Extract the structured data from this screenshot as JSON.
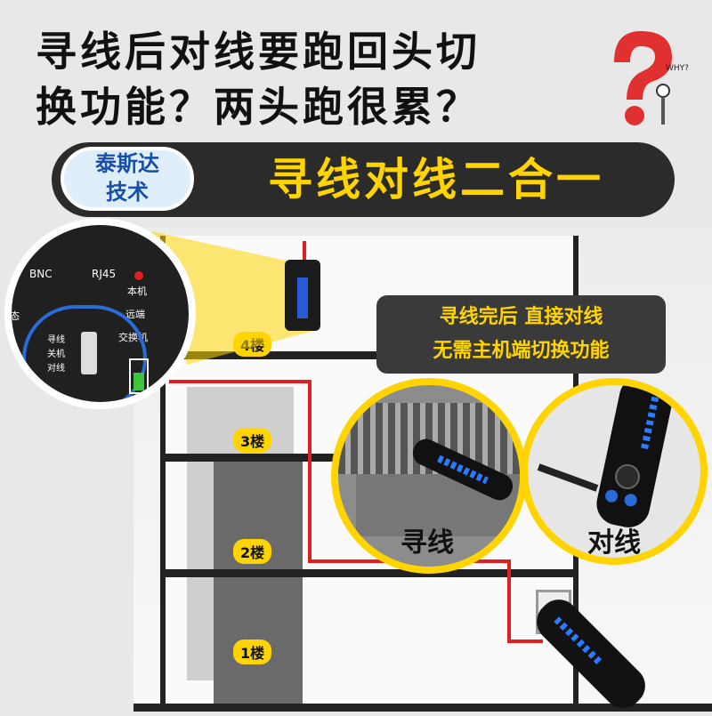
{
  "headline": {
    "line1": "寻线后对线要跑回头切",
    "line2": "换功能？两头跑很累？"
  },
  "question_mark": {
    "glyph": "?",
    "bubble": "WHY?"
  },
  "banner": {
    "brand_line1": "泰斯达",
    "brand_line2": "技术",
    "title": "寻线对线二合一"
  },
  "callout": {
    "line1": "寻线完后 直接对线",
    "line2": "无需主机端切换功能"
  },
  "floors": [
    "4楼",
    "3楼",
    "2楼",
    "1楼"
  ],
  "device_panel": {
    "port_left": "BNC",
    "port_right": "RJ45",
    "status_left": "态",
    "led_labels": [
      "本机",
      "远端",
      "交换机"
    ],
    "switch_labels": [
      "寻线",
      "关机",
      "对线"
    ]
  },
  "circles": {
    "left_label": "寻线",
    "right_label": "对线"
  },
  "colors": {
    "accent": "#ffd400",
    "dark": "#2b2b2b",
    "wire": "#e02020",
    "brand": "#1a4fa8"
  }
}
